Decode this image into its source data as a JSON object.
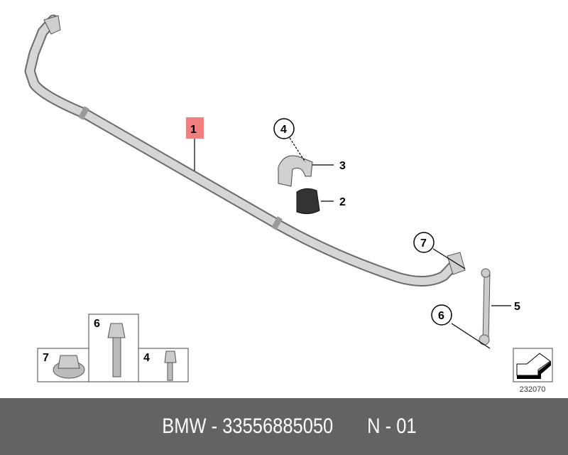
{
  "diagram": {
    "callouts": {
      "p1": "1",
      "p2": "2",
      "p3": "3",
      "p4": "4",
      "p5": "5",
      "p6": "6",
      "p7": "7"
    },
    "hardware_boxes": [
      {
        "label": "7"
      },
      {
        "label": "6"
      },
      {
        "label": "4"
      }
    ],
    "figure_number": "232070",
    "highlight_color": "#f08080"
  },
  "banner": {
    "part_text": "BMW - 33556885050",
    "variant_text": "N - 01",
    "background": "#636363"
  }
}
